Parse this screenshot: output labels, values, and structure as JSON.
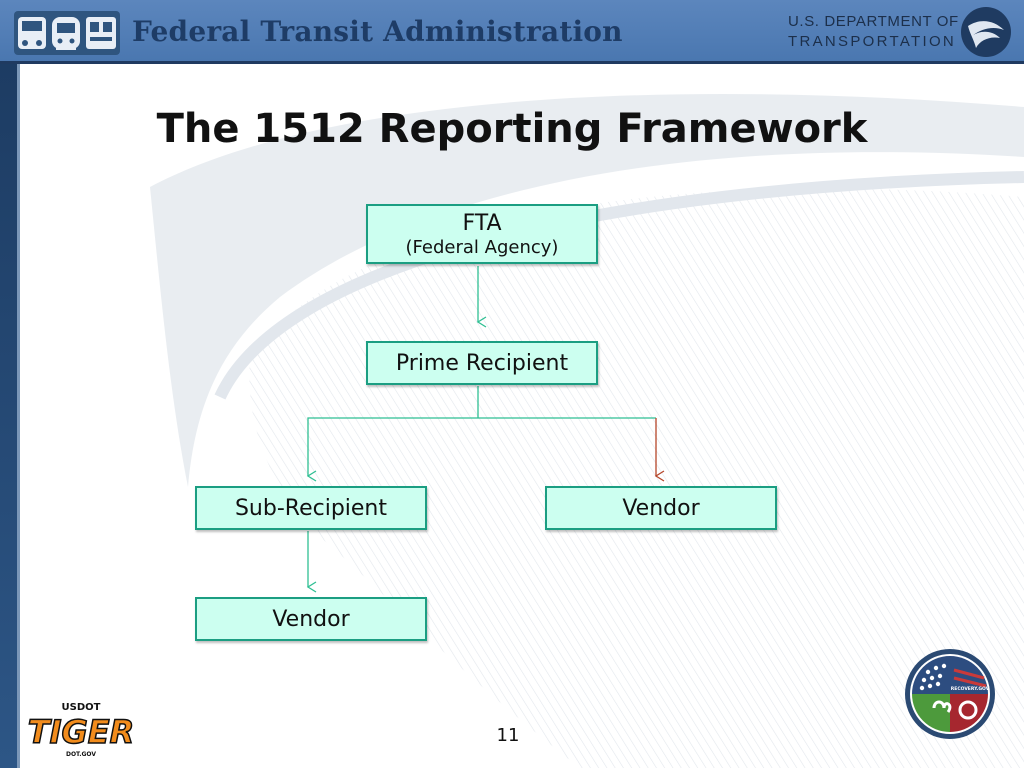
{
  "header": {
    "agency_title": "Federal Transit Administration",
    "dot_line1": "U.S. DEPARTMENT OF",
    "dot_line2": "TRANSPORTATION"
  },
  "slide": {
    "title": "The 1512 Reporting Framework",
    "page_number": "11"
  },
  "diagram": {
    "fta": {
      "main": "FTA",
      "sub": "(Federal Agency)"
    },
    "prime": "Prime Recipient",
    "sub_recipient": "Sub-Recipient",
    "vendor_right": "Vendor",
    "vendor_bottom": "Vendor"
  },
  "logos": {
    "tiger_top": "USDOT",
    "tiger_main": "TIGER",
    "tiger_bottom": "DOT.GOV",
    "recovery_text": "RECOVERY.GOV"
  },
  "colors": {
    "node_fill": "#ccfff0",
    "node_border": "#1b9e82",
    "connector": "#2fbf93",
    "connector_alt": "#b5462a",
    "header_bg": "#5783bb"
  },
  "icons": [
    "bus-icon",
    "train-icon",
    "subway-icon",
    "dot-eagle-logo-icon"
  ]
}
